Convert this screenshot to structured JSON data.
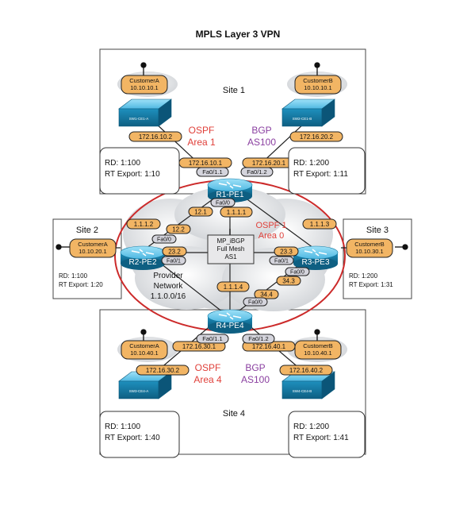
{
  "title": "MPLS Layer 3 VPN",
  "sites": {
    "site1": {
      "label": "Site 1"
    },
    "site2": {
      "label": "Site 2"
    },
    "site3": {
      "label": "Site 3"
    },
    "site4": {
      "label": "Site 4"
    }
  },
  "protocols": {
    "ospf1": [
      "OSPF",
      "Area 1"
    ],
    "bgp1": [
      "BGP",
      "AS100"
    ],
    "ospf4": [
      "OSPF",
      "Area 4"
    ],
    "bgp4": [
      "BGP",
      "AS100"
    ],
    "core_ospf": [
      "OSPF 1",
      "Area 0"
    ],
    "provider": [
      "Provider",
      "Network",
      "1.1.0.0/16"
    ],
    "mpbgp": [
      "MP_iBGP",
      "Full Mesh",
      "AS1"
    ]
  },
  "rd_boxes": {
    "s1a": [
      "RD: 1:100",
      "RT Export: 1:10"
    ],
    "s1b": [
      "RD: 1:200",
      "RT Export: 1:11"
    ],
    "s2": [
      "RD: 1:100",
      "RT Export: 1:20"
    ],
    "s3": [
      "RD: 1:200",
      "RT Export: 1:31"
    ],
    "s4a": [
      "RD: 1:100",
      "RT Export: 1:40"
    ],
    "s4b": [
      "RD: 1:200",
      "RT Export: 1:41"
    ]
  },
  "routers": {
    "r1": "R1-PE1",
    "r2": "R2-PE2",
    "r3": "R3-PE3",
    "r4": "R4-PE4"
  },
  "switches": {
    "sw1a": "SW1-CE1-A",
    "sw1b": "SW2-CE1-B",
    "sw4a": "SW3-CE4-A",
    "sw4b": "SW4-CE4-B"
  },
  "customers": {
    "c1a": [
      "CustomerA",
      "10.10.10.1"
    ],
    "c1b": [
      "CustomerB",
      "10.10.10.1"
    ],
    "c2": [
      "CustomerA",
      "10.10.20.1"
    ],
    "c3": [
      "CustomerB",
      "10.10.30.1"
    ],
    "c4a": [
      "CustomerA",
      "10.10.40.1"
    ],
    "c4b": [
      "CustomerB",
      "10.10.40.1"
    ]
  },
  "address_labels": {
    "a1": "172.16.10.2",
    "a2": "172.16.20.2",
    "a3": "172.16.10.1",
    "a4": "172.16.20.1",
    "a5": "1.1.1.2",
    "a6": "12.2",
    "a7": "12.1",
    "a8": "1.1.1.1",
    "a9": "1.1.1.3",
    "a10": "23.2",
    "a11": "23.3",
    "a12": "34.3",
    "a13": "1.1.1.4",
    "a14": "34.4",
    "a15": "172.16.30.1",
    "a16": "172.16.40.1",
    "a17": "172.16.30.2",
    "a18": "172.16.40.2"
  },
  "interface_labels": {
    "i1": "Fa0/1.1",
    "i2": "Fa0/1.2",
    "i3": "Fa0/0",
    "i4": "Fa0/0",
    "i5": "Fa0/1",
    "i6": "Fa0/1",
    "i7": "Fa0/0",
    "i8": "Fa0/0",
    "i9": "Fa0/1.1",
    "i10": "Fa0/1.2"
  },
  "colors": {
    "ospf": "#e0403a",
    "bgp": "#8a3fa0",
    "ring": "#cc2a2a",
    "addr_fill": "#f2b564",
    "iface_fill": "#d4d4dc",
    "device_dark": "#147ea8",
    "device_light": "#6cc9ee",
    "text": "#111111"
  },
  "icons": {
    "router": "router-icon",
    "switch": "switch-icon",
    "cloud": "cloud-icon"
  }
}
